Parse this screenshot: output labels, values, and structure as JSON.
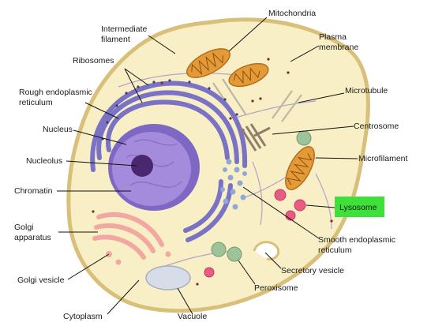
{
  "diagram": {
    "labels": {
      "intermediate_filament": [
        "Intermediate",
        "filament"
      ],
      "mitochondria": "Mitochondria",
      "plasma_membrane": [
        "Plasma",
        "membrane"
      ],
      "ribosomes": "Ribosomes",
      "rough_er": [
        "Rough endoplasmic",
        "reticulum"
      ],
      "microtubule": "Microtubule",
      "nucleus": "Nucleus",
      "centrosome": "Centrosome",
      "nucleolus": "Nucleolus",
      "microfilament": "Microfilament",
      "chromatin": "Chromatin",
      "lysosome": "Lysosome",
      "golgi_apparatus": [
        "Golgi",
        "apparatus"
      ],
      "smooth_er": [
        "Smooth endoplasmic",
        "reticulum"
      ],
      "secretory_vesicle": "Secretory vesicle",
      "golgi_vesicle": "Golgi vesicle",
      "peroxisome": "Peroxisome",
      "cytoplasm": "Cytoplasm",
      "vacuole": "Vacuole"
    },
    "colors": {
      "cytoplasm": "#f8efc6",
      "membrane": "#d9c07a",
      "nucleus": "#8b73c9",
      "nucleolus": "#4a2870",
      "rough_er": "#7a72c4",
      "mitochondria": "#e39a37",
      "golgi": "#f2a8a0",
      "lysosome": "#e85c84",
      "green_organelle": "#9ec39a",
      "vacuole": "#d7dde8",
      "highlight": "#3ee03a"
    }
  }
}
